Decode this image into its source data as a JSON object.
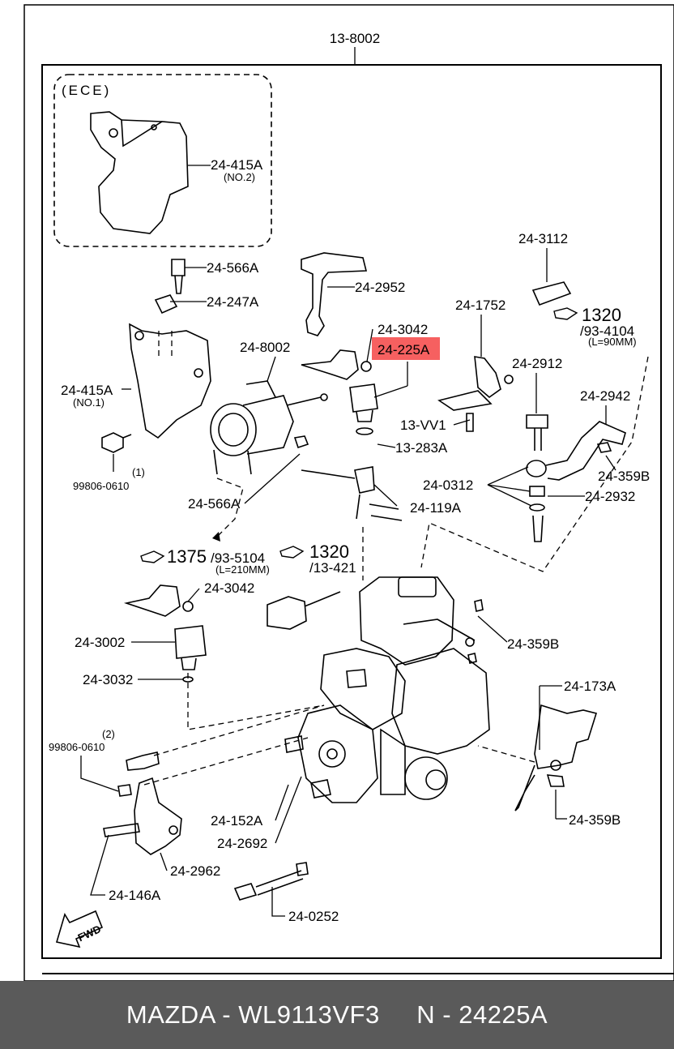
{
  "assembly_number": "13-8002",
  "ece": {
    "label": "(ECE)",
    "part": "24-415A",
    "note": "(NO.2)"
  },
  "parts": {
    "p_24_566A_top": "24-566A",
    "p_24_247A": "24-247A",
    "p_24_415A": "24-415A",
    "p_24_415A_note": "(NO.1)",
    "p_99806_0610_1": "99806-0610",
    "p_99806_0610_1_qty": "(1)",
    "p_24_2952": "24-2952",
    "p_24_8002": "24-8002",
    "p_24_566A_mid": "24-566A",
    "p_24_3042_top": "24-3042",
    "p_24_225A": "24-225A",
    "p_13_VV1": "13-VV1",
    "p_13_283A": "13-283A",
    "p_24_119A": "24-119A",
    "p_24_3112": "24-3112",
    "p_24_1752": "24-1752",
    "p_24_2912": "24-2912",
    "p_24_2942": "24-2942",
    "p_24_359B_right": "24-359B",
    "p_24_0312": "24-0312",
    "p_24_2932": "24-2932",
    "p_24_3042_mid": "24-3042",
    "p_24_3002": "24-3002",
    "p_24_3032": "24-3032",
    "p_99806_0610_2_qty": "(2)",
    "p_99806_0610_2": "99806-0610",
    "p_24_359B_mid": "24-359B",
    "p_24_173A": "24-173A",
    "p_24_359B_low": "24-359B",
    "p_24_152A": "24-152A",
    "p_24_2692": "24-2692",
    "p_24_2962": "24-2962",
    "p_24_146A": "24-146A",
    "p_24_0252": "24-0252"
  },
  "refs": {
    "r1320_right": "1320",
    "r1320_right_sub": "/93-4104",
    "r1320_right_note": "(L=90MM)",
    "r1375": "1375",
    "r1375_sub": "/93-5104",
    "r1375_note": "(L=210MM)",
    "r1320_mid": "1320",
    "r1320_mid_sub": "/13-421"
  },
  "fwd_label": "FWD",
  "highlight_color": "#f44444",
  "footer": {
    "text": "MAZDA - WL9113VF3     N - 24225A"
  }
}
